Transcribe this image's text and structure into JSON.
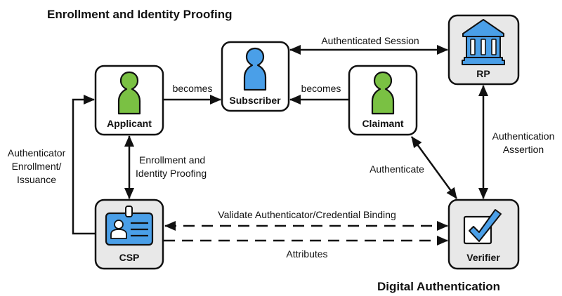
{
  "headings": {
    "top": "Enrollment and Identity Proofing",
    "bottom": "Digital Authentication"
  },
  "nodes": {
    "applicant": {
      "label": "Applicant",
      "icon": "person-icon",
      "color": "#7ac143"
    },
    "subscriber": {
      "label": "Subscriber",
      "icon": "person-icon",
      "color": "#4a9fe8"
    },
    "claimant": {
      "label": "Claimant",
      "icon": "person-icon",
      "color": "#7ac143"
    },
    "rp": {
      "label": "RP",
      "icon": "bank-building-icon",
      "color": "#4a9fe8"
    },
    "csp": {
      "label": "CSP",
      "icon": "id-badge-icon",
      "color": "#4a9fe8"
    },
    "verifier": {
      "label": "Verifier",
      "icon": "checkbox-check-icon",
      "color": "#4a9fe8"
    }
  },
  "edges": {
    "applicant_to_subscriber": "becomes",
    "claimant_to_subscriber": "becomes",
    "subscriber_rp": "Authenticated Session",
    "applicant_csp": [
      "Enrollment and",
      "Identity Proofing"
    ],
    "csp_to_applicant": [
      "Authenticator",
      "Enrollment/",
      "Issuance"
    ],
    "claimant_verifier": "Authenticate",
    "verifier_to_rp": [
      "Authentication",
      "Assertion"
    ],
    "csp_verifier_binding": "Validate Authenticator/Credential Binding",
    "csp_to_verifier_attributes": "Attributes"
  },
  "colors": {
    "green": "#7ac143",
    "blue": "#4a9fe8",
    "box_gray": "#e8e8e8",
    "stroke": "#111111"
  }
}
